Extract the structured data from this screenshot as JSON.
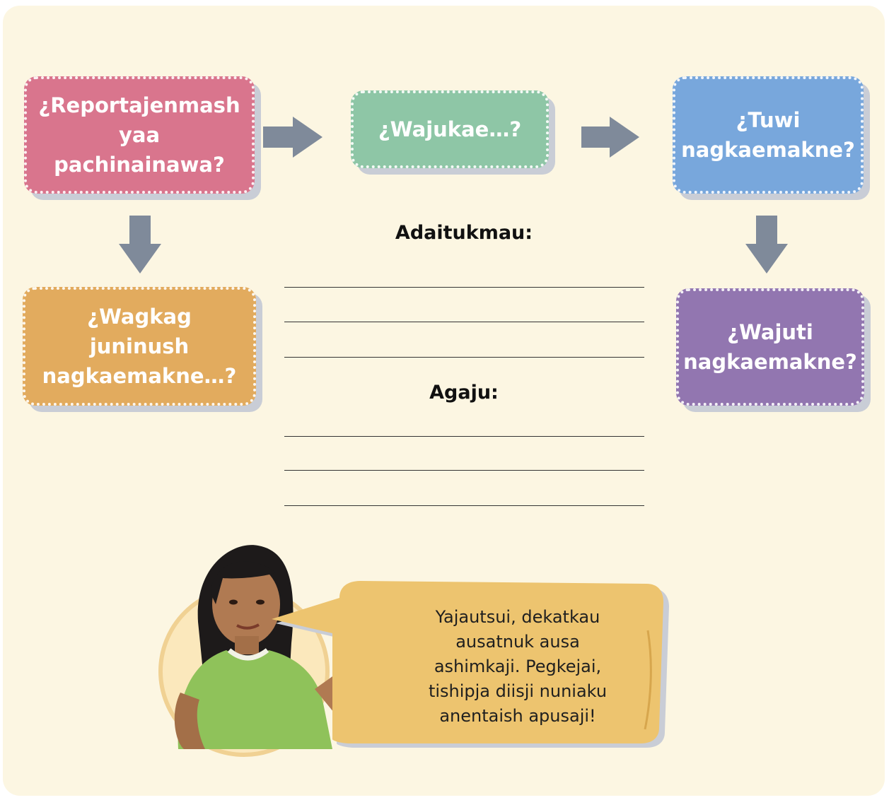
{
  "colors": {
    "background_panel": "#fcf6e2",
    "box_pink": "#d9758d",
    "box_green": "#8ec6a6",
    "box_blue": "#78a7dc",
    "box_orange": "#e2ab5e",
    "box_purple": "#9276b0",
    "arrow": "#7f8a9a",
    "bubble": "#edc46f"
  },
  "boxes": {
    "pink": {
      "lines": [
        "¿Reportajenmash",
        "yaa",
        "pachinainawa?"
      ]
    },
    "green": {
      "lines": [
        "¿Wajukae…?"
      ]
    },
    "blue": {
      "lines": [
        "¿Tuwi",
        "nagkaemakne?"
      ]
    },
    "orange": {
      "lines": [
        "¿Wagkag",
        "juninush",
        "nagkaemakne…?"
      ]
    },
    "purple": {
      "lines": [
        "¿Wajuti",
        "nagkaemakne?"
      ]
    }
  },
  "labels": {
    "adaitukmau": "Adaitukmau:",
    "agaju": "Agaju:"
  },
  "speech_bubble": {
    "lines": [
      "Yajautsui, dekatkau",
      "ausatnuk ausa",
      "ashimkaji. Pegkejai,",
      "tishipja diisji nuniaku",
      "anentaish apusaji!"
    ]
  },
  "icons": {
    "arrow_right": "arrow-right-icon",
    "arrow_down": "arrow-down-icon",
    "character": "girl-pointing-illustration"
  }
}
